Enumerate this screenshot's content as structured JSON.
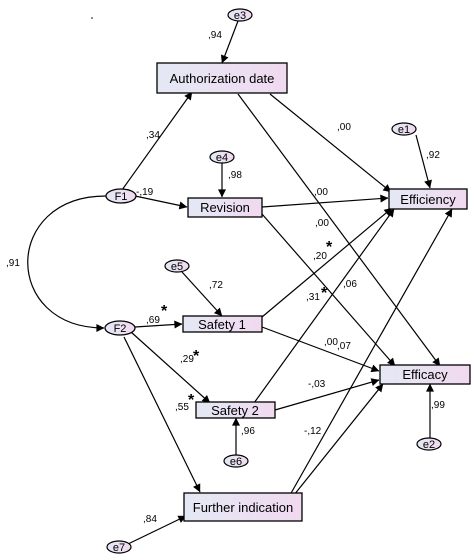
{
  "colors": {
    "node_fill_left": "#e4e9f4",
    "node_fill_right": "#f1d9f0",
    "line": "#000000",
    "background": "#ffffff"
  },
  "observed": {
    "authorization_date": "Authorization date",
    "revision": "Revision",
    "safety1": "Safety 1",
    "safety2": "Safety 2",
    "further_indication": "Further indication",
    "efficiency": "Efficiency",
    "efficacy": "Efficacy"
  },
  "latent": {
    "f1": "F1",
    "f2": "F2"
  },
  "errors": {
    "e1": "e1",
    "e2": "e2",
    "e3": "e3",
    "e4": "e4",
    "e5": "e5",
    "e6": "e6",
    "e7": "e7"
  },
  "coefficients": {
    "e3_auth": ",94",
    "e4_rev": ",98",
    "e5_saf1": ",72",
    "e6_saf2": ",96",
    "e7_fur": ",84",
    "e1_eff": ",92",
    "e2_efc": ",99",
    "f1_f2": ",91",
    "f1_auth": ",34",
    "f1_rev": "-,19",
    "f2_saf1": ",69",
    "f2_saf2": ",29",
    "f2_fur": ",55",
    "auth_eff": ",00",
    "auth_efc": ",00",
    "rev_eff": ",00",
    "rev_efc": ",06",
    "saf1_eff": ",31",
    "saf1_efc": ",00",
    "saf2_eff": ",20",
    "saf2_efc": "-,03",
    "fur_eff": ",07",
    "fur_efc": "-,12"
  },
  "significance_mark": "*"
}
